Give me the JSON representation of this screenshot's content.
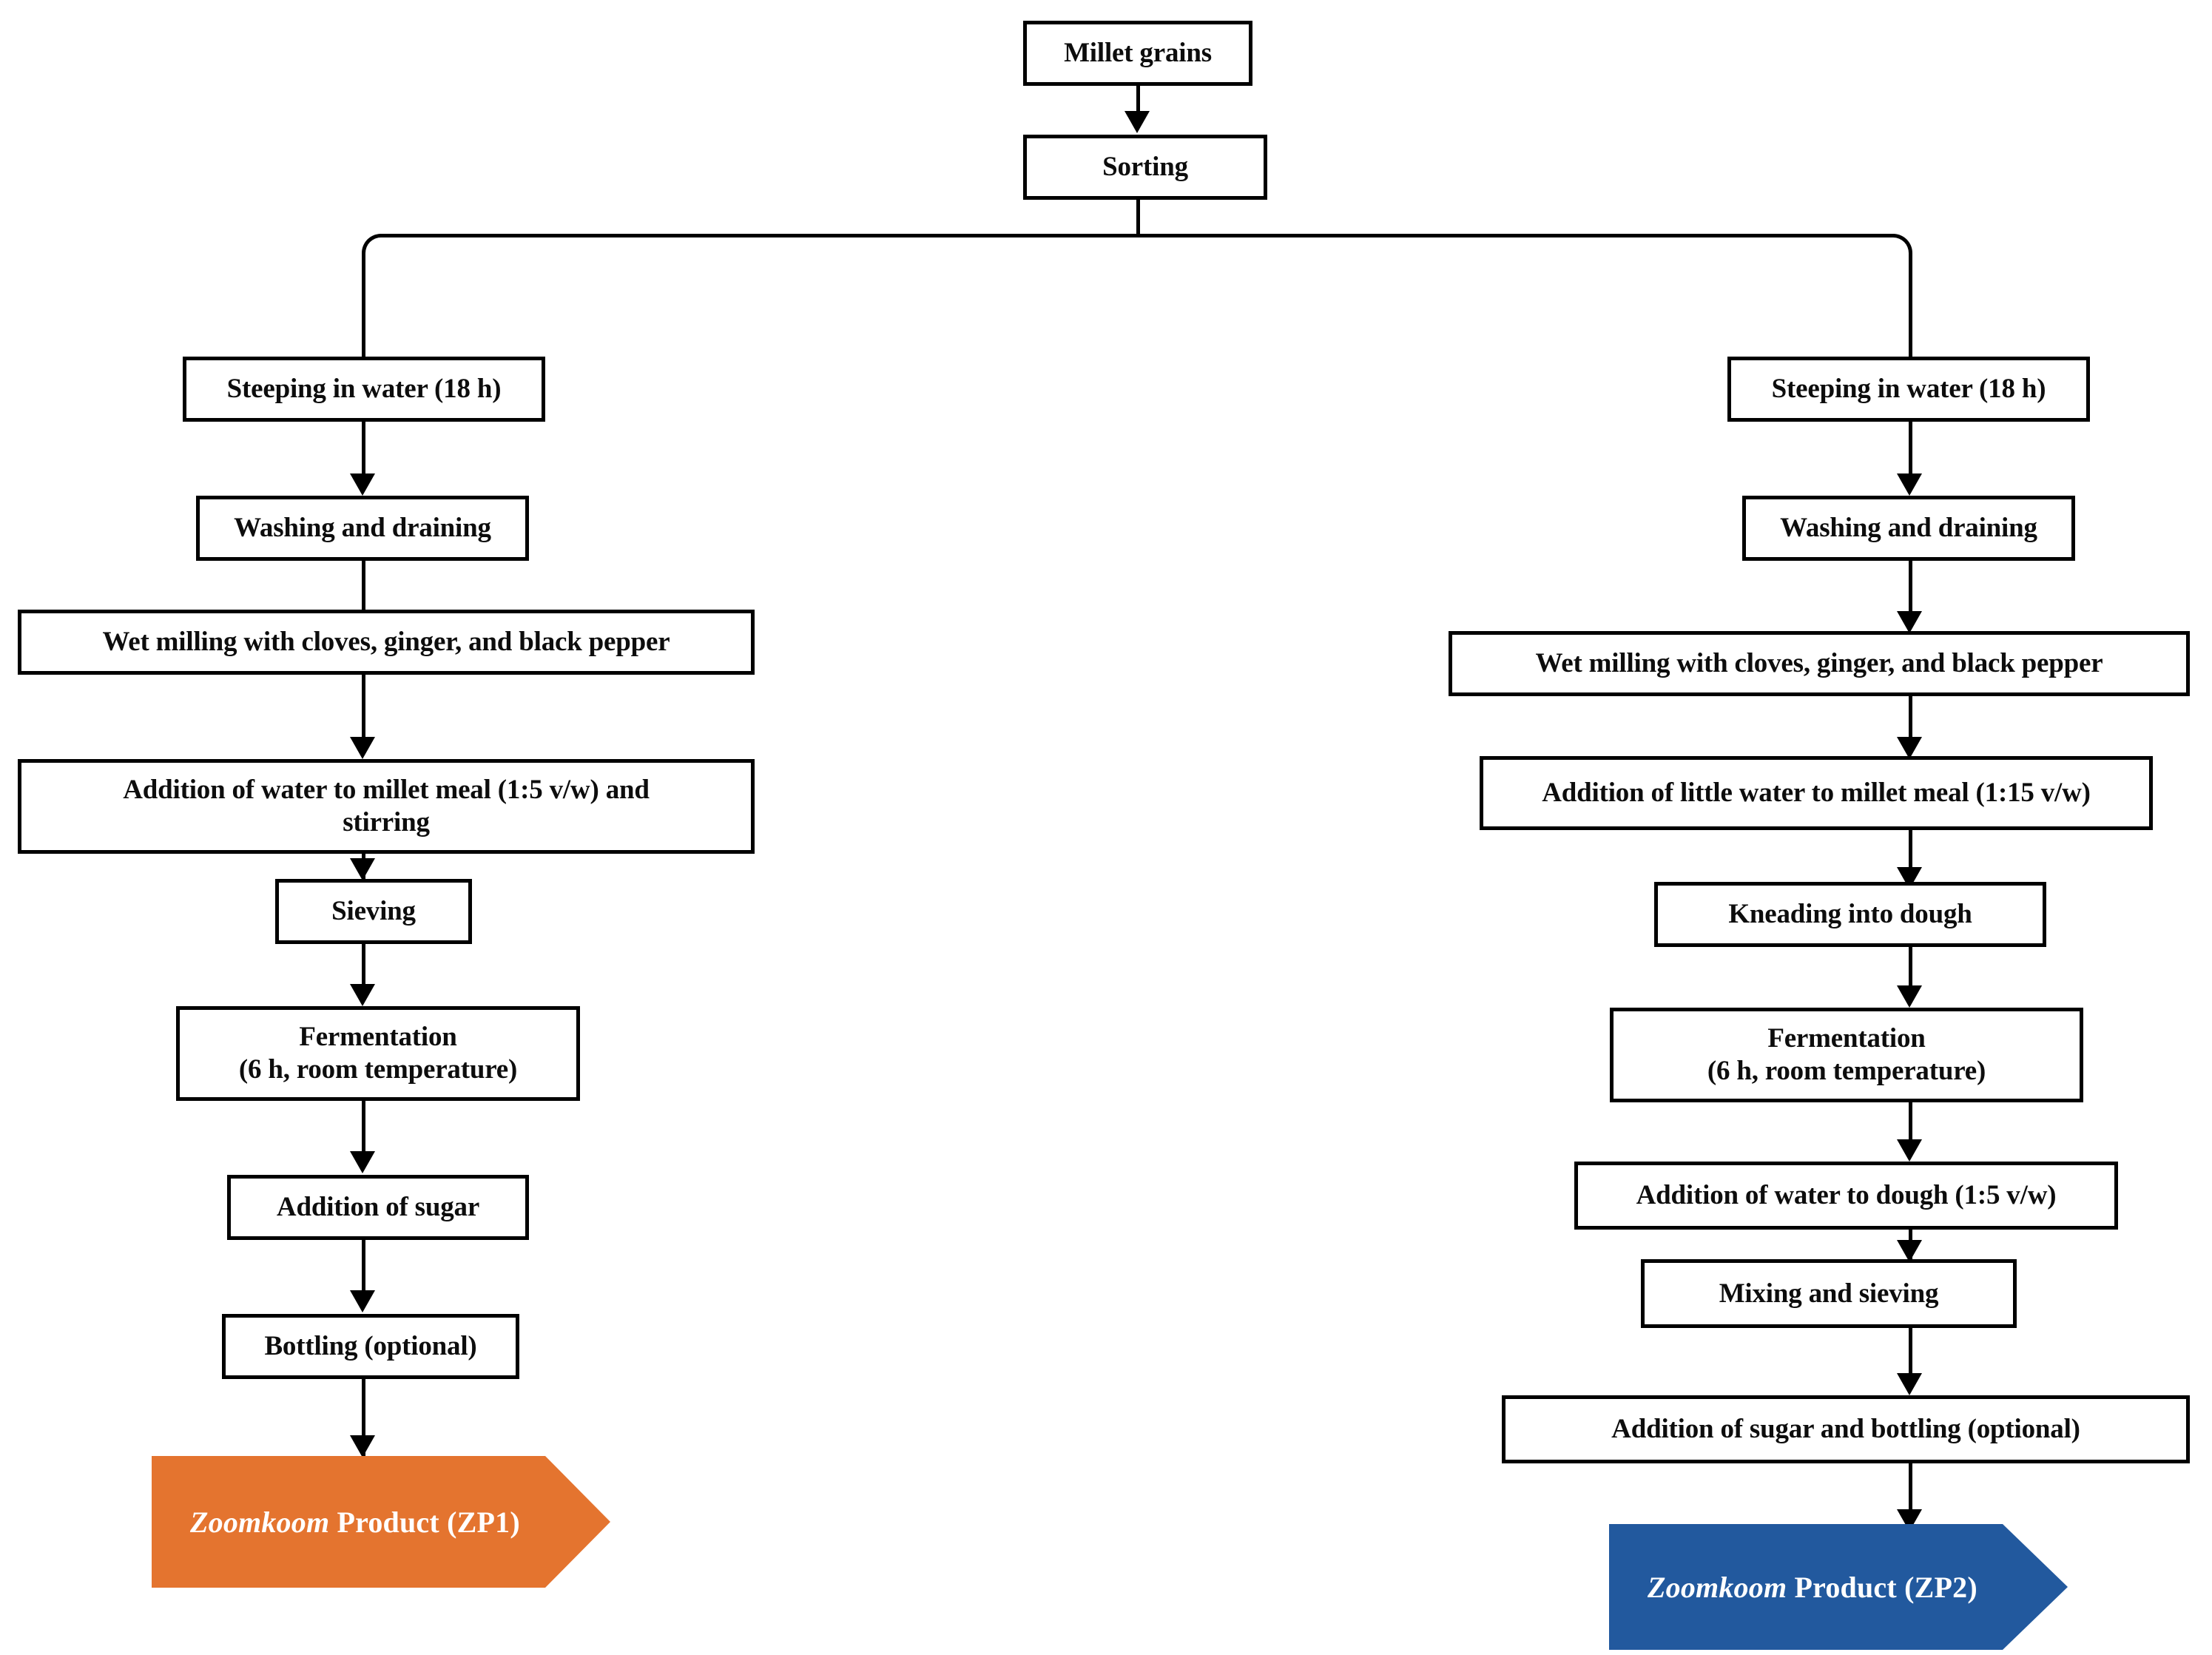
{
  "diagram": {
    "type": "process-flowchart",
    "title_node": "Millet grains",
    "branches": 2,
    "colors": {
      "box_border": "#000000",
      "box_fill": "#ffffff",
      "connector": "#000000",
      "zp1_banner": "#E4742F",
      "zp2_banner": "#22599E",
      "banner_text": "#ffffff"
    }
  },
  "common": {
    "start": "Millet grains",
    "sorting": "Sorting"
  },
  "left_branch": {
    "id": "ZP1",
    "steps": [
      "Steeping in water (18 h)",
      "Washing and draining",
      "Wet milling with cloves, ginger, and black pepper",
      "Addition of water to millet meal (1:5 v/w) and stirring",
      "Sieving",
      "Fermentation\n(6 h, room temperature)",
      "Addition of sugar",
      "Bottling (optional)"
    ],
    "step_1": "Steeping in water (18 h)",
    "step_2": "Washing and draining",
    "step_3": "Wet milling with cloves, ginger, and black pepper",
    "step_4_line1": "Addition of water to millet meal (1:5 v/w) and",
    "step_4_line2": "stirring",
    "step_5": "Sieving",
    "step_6_line1": "Fermentation",
    "step_6_line2": "(6 h, room temperature)",
    "step_7": "Addition of sugar",
    "step_8": "Bottling (optional)",
    "product_italic": "Zoomkoom",
    "product_rest": " Product (ZP1)"
  },
  "right_branch": {
    "id": "ZP2",
    "steps": [
      "Steeping in water (18 h)",
      "Washing and draining",
      "Wet milling with cloves, ginger, and black pepper",
      "Addition of little water to millet meal (1:15 v/w)",
      "Kneading into dough",
      "Fermentation\n(6 h, room temperature)",
      "Addition of water to dough (1:5 v/w)",
      "Mixing and sieving",
      "Addition of sugar and bottling (optional)"
    ],
    "step_1": "Steeping in water (18 h)",
    "step_2": "Washing and draining",
    "step_3": "Wet milling with cloves, ginger, and black pepper",
    "step_4": "Addition of little water to millet meal (1:15 v/w)",
    "step_5": "Kneading into dough",
    "step_6_line1": "Fermentation",
    "step_6_line2": "(6 h, room temperature)",
    "step_7": "Addition of water to dough (1:5 v/w)",
    "step_8": "Mixing and sieving",
    "step_9": "Addition of sugar and bottling (optional)",
    "product_italic": "Zoomkoom",
    "product_rest": " Product (ZP2)"
  }
}
